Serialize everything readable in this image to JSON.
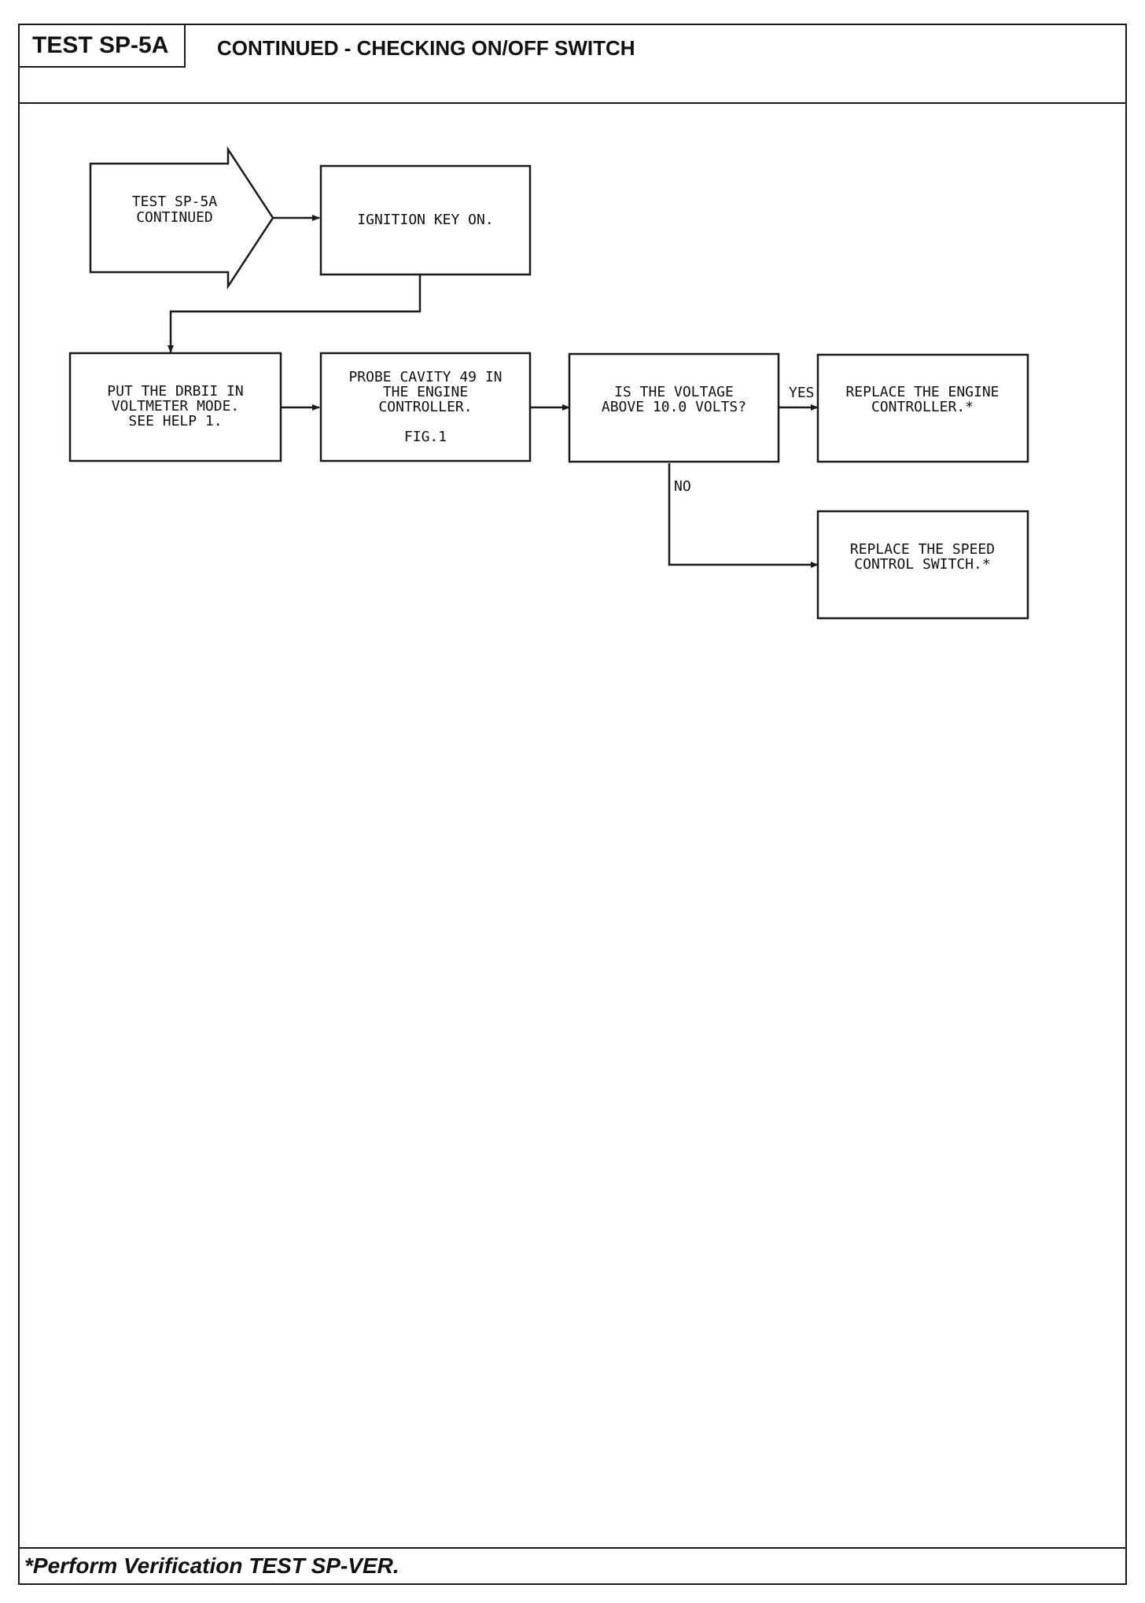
{
  "header": {
    "test_id": "TEST SP-5A",
    "title": "CONTINUED - CHECKING ON/OFF SWITCH"
  },
  "flowchart": {
    "start": {
      "lines": [
        "TEST SP-5A",
        "CONTINUED"
      ]
    },
    "ignition": {
      "lines": [
        "IGNITION KEY ON."
      ]
    },
    "drbii": {
      "lines": [
        "PUT THE DRBII IN",
        "VOLTMETER MODE.",
        "SEE HELP 1."
      ]
    },
    "probe": {
      "lines": [
        "PROBE CAVITY 49 IN",
        "THE ENGINE",
        "CONTROLLER.",
        "",
        "FIG.1"
      ]
    },
    "question": {
      "lines": [
        "IS THE VOLTAGE",
        "ABOVE 10.0 VOLTS?"
      ]
    },
    "replace_controller": {
      "lines": [
        "REPLACE THE ENGINE",
        "CONTROLLER.*"
      ]
    },
    "replace_switch": {
      "lines": [
        "REPLACE THE SPEED",
        "CONTROL SWITCH.*"
      ]
    },
    "yes_label": "YES",
    "no_label": "NO"
  },
  "footer": {
    "note": "*Perform Verification TEST SP-VER."
  }
}
